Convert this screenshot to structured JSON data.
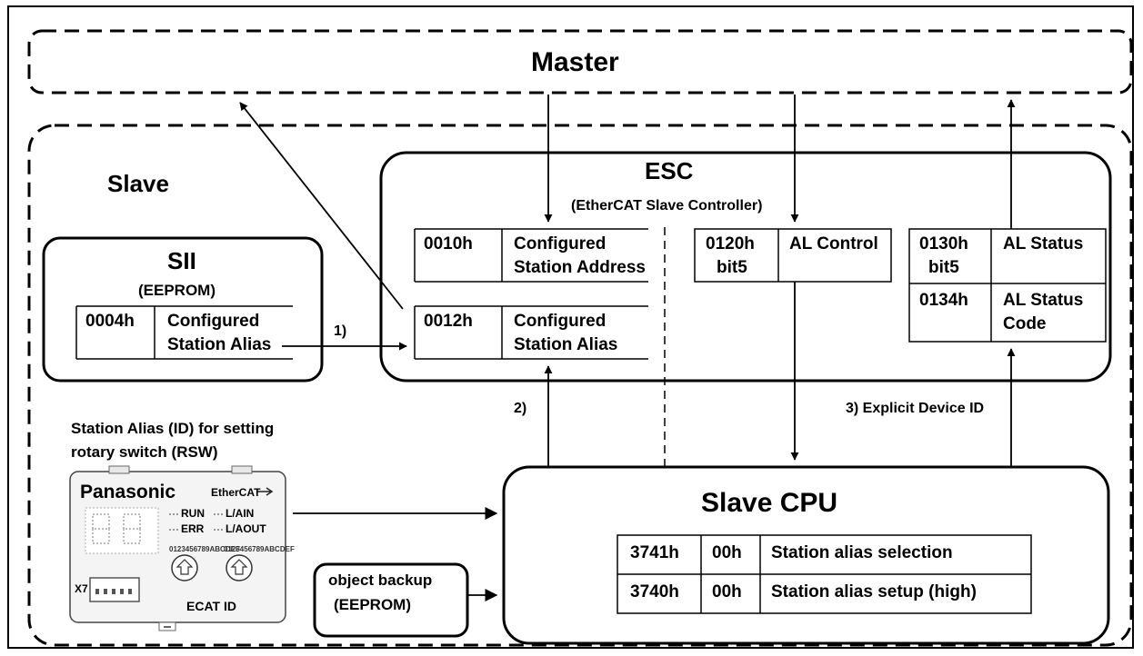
{
  "master": {
    "label": "Master"
  },
  "slave": {
    "label": "Slave"
  },
  "sii": {
    "title": "SII",
    "subtitle": "(EEPROM)",
    "row": {
      "addr": "0004h",
      "name_l1": "Configured",
      "name_l2": "Station Alias"
    }
  },
  "esc": {
    "title": "ESC",
    "subtitle": "(EtherCAT Slave Controller)",
    "reg_0010": {
      "addr": "0010h",
      "name_l1": "Configured",
      "name_l2": "Station Address"
    },
    "reg_0012": {
      "addr": "0012h",
      "name_l1": "Configured",
      "name_l2": "Station Alias"
    },
    "reg_0120": {
      "addr_l1": "0120h",
      "addr_l2": "bit5",
      "name": "AL Control"
    },
    "reg_0130": {
      "addr_l1": "0130h",
      "addr_l2": "bit5",
      "name": "AL Status"
    },
    "reg_0134": {
      "addr": "0134h",
      "name_l1": "AL Status",
      "name_l2": "Code"
    }
  },
  "annotations": {
    "one": "1)",
    "two": "2)",
    "three": "3) Explicit Device ID",
    "rsw_l1": "Station Alias (ID) for setting",
    "rsw_l2": "rotary switch (RSW)"
  },
  "device": {
    "brand": "Panasonic",
    "bus": "EtherCAT",
    "led_run": "RUN",
    "led_err": "ERR",
    "led_lain": "L/AIN",
    "led_laout": "L/AOUT",
    "connector": "X7",
    "rotary_label": "ECAT ID",
    "dial_digits": "0123456789ABCDEF"
  },
  "backup": {
    "l1": "object backup",
    "l2": "(EEPROM)"
  },
  "cpu": {
    "title": "Slave CPU",
    "rows": [
      {
        "addr": "3741h",
        "value": "00h",
        "name": "Station alias selection"
      },
      {
        "addr": "3740h",
        "value": "00h",
        "name": "Station alias setup (high)"
      }
    ]
  }
}
